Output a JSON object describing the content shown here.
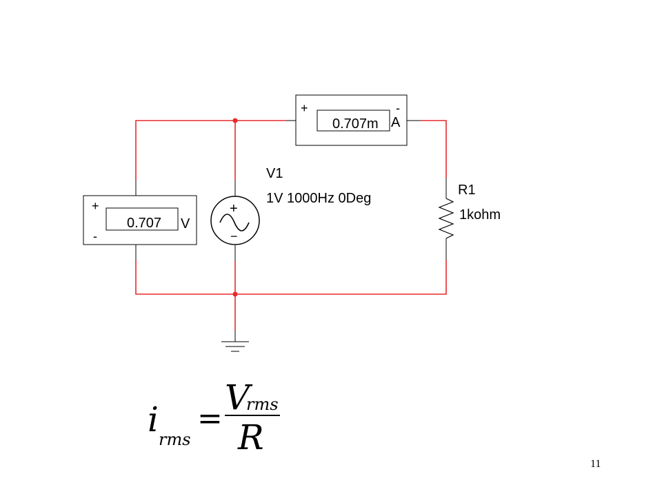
{
  "ammeter": {
    "plus": "+",
    "minus": "-",
    "reading": "0.707m",
    "unit": "A"
  },
  "voltmeter": {
    "plus": "+",
    "minus": "-",
    "reading": "0.707",
    "unit": "V"
  },
  "source": {
    "name": "V1",
    "spec": "1V 1000Hz 0Deg",
    "plus": "+",
    "minus": "−"
  },
  "resistor": {
    "name": "R1",
    "value": "1kohm"
  },
  "equation": {
    "lhs": "i",
    "lhs_sub": "rms",
    "equals": "=",
    "num": "V",
    "num_sub": "rms",
    "den": "R"
  },
  "page_number": "11",
  "colors": {
    "wire": "#e8282b",
    "junction": "#e8282b",
    "component": "#000000"
  }
}
